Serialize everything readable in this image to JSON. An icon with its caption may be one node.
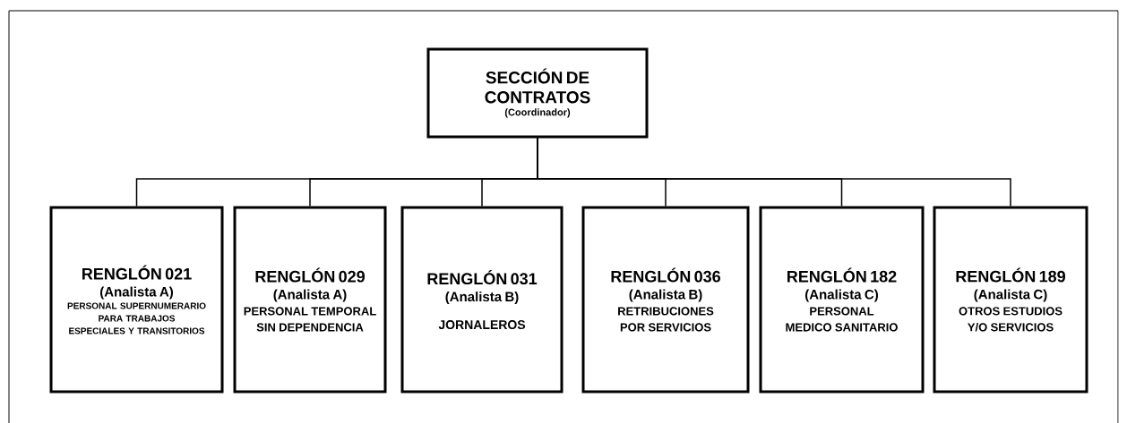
{
  "diagram": {
    "nodes": [
      {
        "text": [
          "SECCIÓN DE CONTRATOS",
          "(Coordinador)"
        ]
      },
      {
        "text": [
          "RENGLÓN 021",
          "(Analista A)",
          "PERSONAL SUPERNUMERARIO PARA TRABAJOS ESPECIALES Y TRANSITORIOS"
        ]
      },
      {
        "text": [
          "RENGLÓN 029",
          "(Analista A)",
          "PERSONAL TEMPORAL SIN DEPENDENCIA"
        ]
      },
      {
        "text": [
          "RENGLÓN 031",
          "(Analista B)",
          "JORNALEROS"
        ]
      },
      {
        "text": [
          "RENGLÓN 036",
          "(Analista B)",
          "RETRIBUCIONES POR SERVICIOS"
        ]
      },
      {
        "text": [
          "RENGLÓN 182",
          "(Analista C)",
          "PERSONAL MEDICO SANITARIO"
        ]
      },
      {
        "text": [
          "RENGLÓN 189",
          "(Analista C)",
          "OTROS ESTUDIOS Y/O SERVICIOS"
        ]
      }
    ],
    "edges": [
      {
        "from": 0,
        "to": 1,
        "arrow": "none"
      },
      {
        "from": 0,
        "to": 2,
        "arrow": "none"
      },
      {
        "from": 0,
        "to": 3,
        "arrow": "none"
      },
      {
        "from": 0,
        "to": 4,
        "arrow": "none"
      },
      {
        "from": 0,
        "to": 5,
        "arrow": "none"
      },
      {
        "from": 0,
        "to": 6,
        "arrow": "none"
      }
    ]
  }
}
